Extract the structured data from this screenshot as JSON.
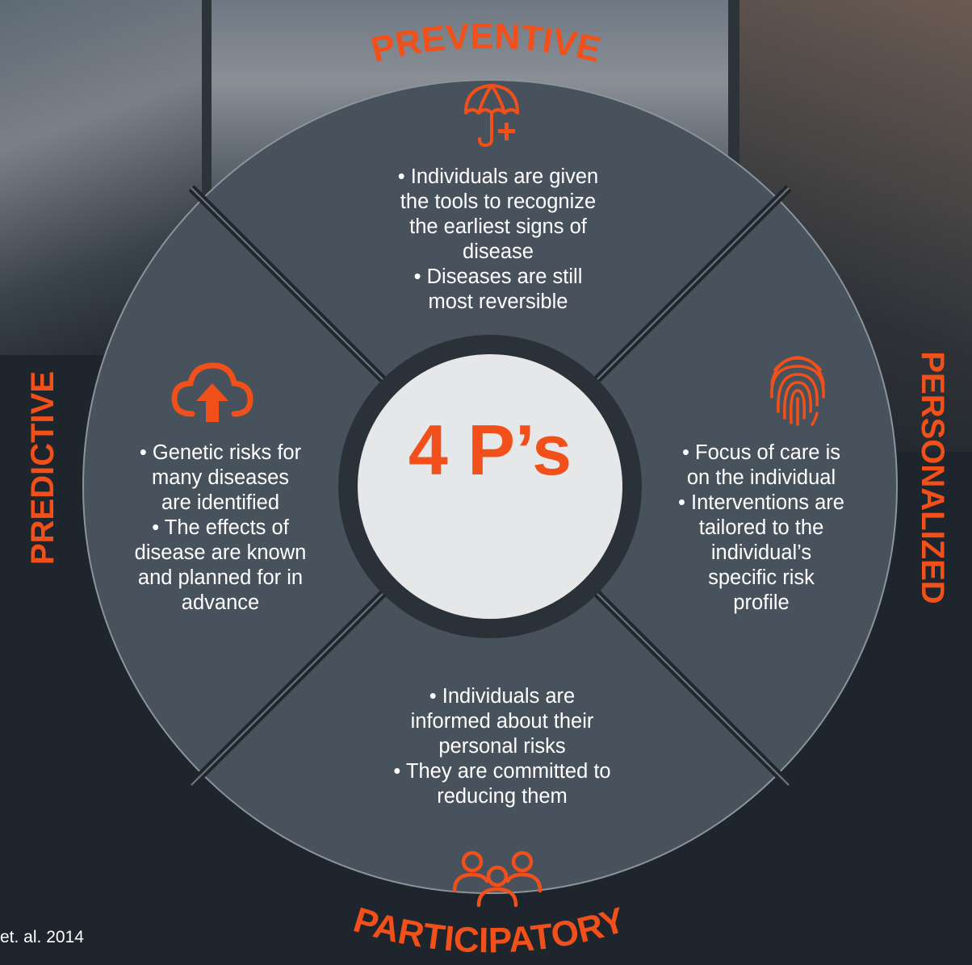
{
  "center": {
    "title": "4 P’s"
  },
  "sections": {
    "preventive": {
      "label": "PREVENTIVE",
      "icon": "umbrella-plus-icon",
      "lines": [
        "•  Individuals are given",
        "the tools to recognize",
        "the earliest signs of",
        "disease",
        "•  Diseases are still",
        "most reversible"
      ]
    },
    "personalized": {
      "label": "PERSONALIZED",
      "icon": "fingerprint-icon",
      "lines": [
        "•  Focus of care is",
        "on the individual",
        "•  Interventions are",
        "tailored to the",
        "individual’s",
        "specific risk",
        "profile"
      ]
    },
    "participatory": {
      "label": "PARTICIPATORY",
      "icon": "group-people-icon",
      "lines": [
        "•  Individuals are",
        "informed about their",
        "personal risks",
        "•  They are committed to",
        "reducing them"
      ]
    },
    "predictive": {
      "label": "PREDICTIVE",
      "icon": "cloud-upload-icon",
      "lines": [
        "•  Genetic risks for",
        "many diseases",
        "are identified",
        "•  The effects of",
        "disease are known",
        "and planned for in",
        "advance"
      ]
    }
  },
  "citation": "et. al. 2014",
  "colors": {
    "accent": "#f2501a",
    "segment": "#48525c",
    "background": "#1f252c",
    "center_circle": "#e6e7e9",
    "text": "#ffffff"
  }
}
